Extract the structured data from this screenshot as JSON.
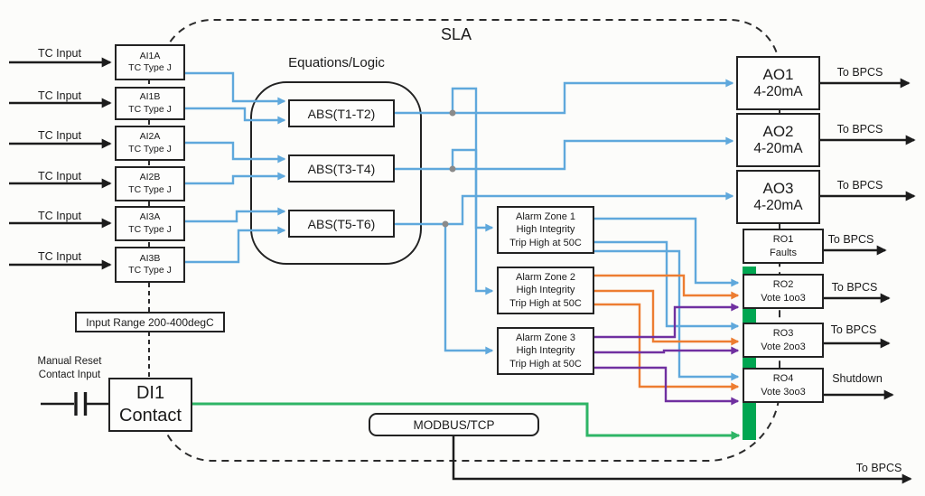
{
  "sla_label": "SLA",
  "colors": {
    "signal_blue": "#5FA8DC",
    "signal_orange": "#ED7D31",
    "signal_purple": "#7030A0",
    "signal_green": "#2EB566",
    "vote_bar_green": "#00A651",
    "wire_black": "#1c1c1c",
    "junction_gray": "#8a8a8a"
  },
  "tc_input_label": "TC Input",
  "ai_blocks": [
    {
      "id": "AI1A",
      "type": "TC Type J"
    },
    {
      "id": "AI1B",
      "type": "TC Type J"
    },
    {
      "id": "AI2A",
      "type": "TC Type J"
    },
    {
      "id": "AI2B",
      "type": "TC Type J"
    },
    {
      "id": "AI3A",
      "type": "TC Type J"
    },
    {
      "id": "AI3B",
      "type": "TC Type J"
    }
  ],
  "equations": {
    "title": "Equations/Logic",
    "items": [
      "ABS(T1-T2)",
      "ABS(T3-T4)",
      "ABS(T5-T6)"
    ]
  },
  "alarm_zones": [
    {
      "name": "Alarm Zone 1",
      "integrity": "High Integrity",
      "trip": "Trip High at 50C"
    },
    {
      "name": "Alarm Zone 2",
      "integrity": "High Integrity",
      "trip": "Trip High at 50C"
    },
    {
      "name": "Alarm Zone 3",
      "integrity": "High Integrity",
      "trip": "Trip High at 50C"
    }
  ],
  "analog_outputs": [
    {
      "id": "AO1",
      "signal": "4-20mA",
      "dest": "To BPCS"
    },
    {
      "id": "AO2",
      "signal": "4-20mA",
      "dest": "To BPCS"
    },
    {
      "id": "AO3",
      "signal": "4-20mA",
      "dest": "To BPCS"
    }
  ],
  "relay_outputs": [
    {
      "id": "RO1",
      "desc": "Faults",
      "dest": "To BPCS"
    },
    {
      "id": "RO2",
      "desc": "Vote 1oo3",
      "dest": "To BPCS"
    },
    {
      "id": "RO3",
      "desc": "Vote 2oo3",
      "dest": "To BPCS"
    },
    {
      "id": "RO4",
      "desc": "Vote 3oo3",
      "dest": "Shutdown"
    }
  ],
  "input_range_note": "Input Range 200-400degC",
  "manual_reset_label": {
    "line1": "Manual Reset",
    "line2": "Contact Input"
  },
  "di_block": {
    "id": "DI1",
    "type": "Contact"
  },
  "modbus_label": "MODBUS/TCP",
  "bottom_dest": "To BPCS"
}
